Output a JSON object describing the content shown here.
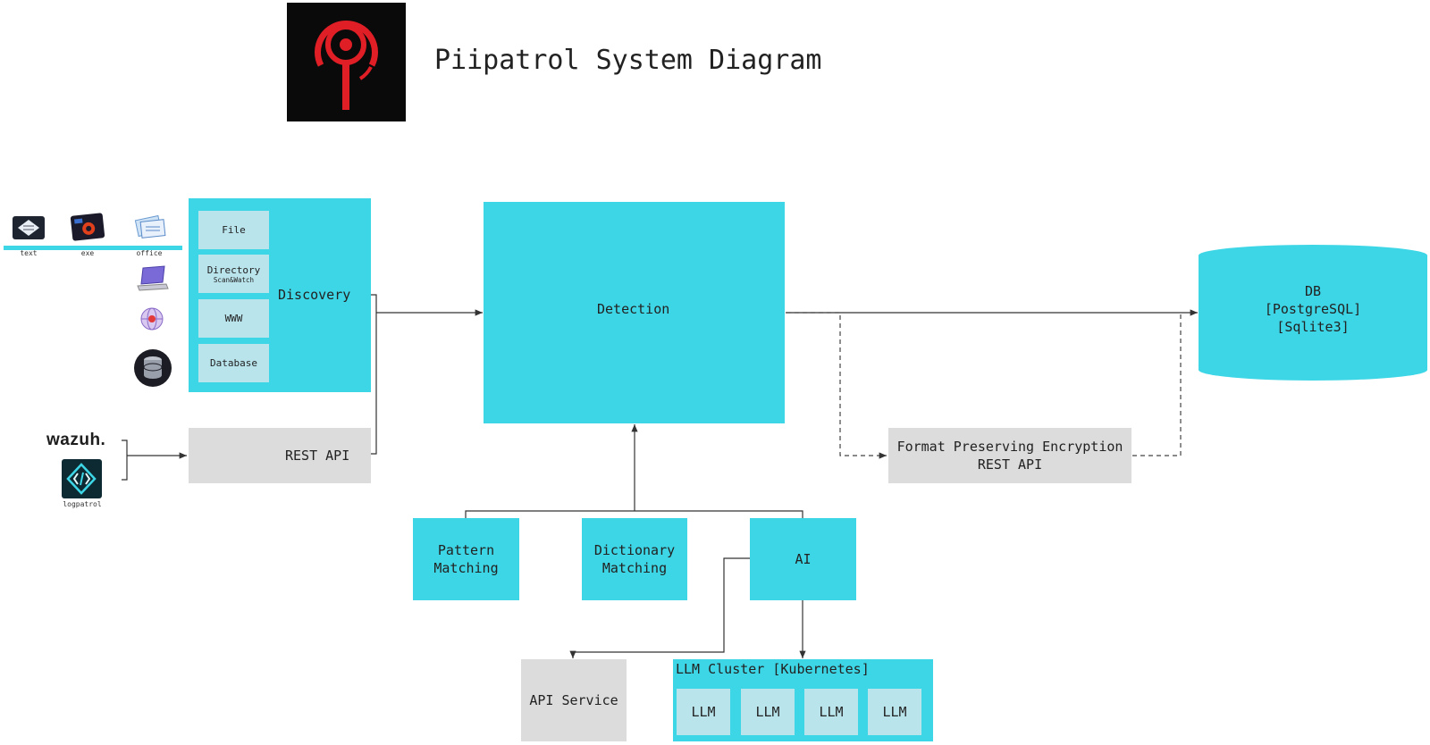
{
  "header": {
    "title": "Piipatrol System Diagram"
  },
  "colors": {
    "accent": "#3dd6e6",
    "pale_box": "#b9e4ec",
    "grey_box": "#dcdcdc",
    "logo_bg": "#0a0a0a",
    "logo_red": "#e01e26"
  },
  "source_icons": {
    "top_row": [
      {
        "icon": "text-file-icon",
        "caption": "text"
      },
      {
        "icon": "exe-file-icon",
        "caption": "exe"
      },
      {
        "icon": "office-docs-icon",
        "caption": "office"
      }
    ],
    "column": [
      {
        "icon": "laptop-icon"
      },
      {
        "icon": "globe-icon"
      },
      {
        "icon": "database-icon"
      }
    ]
  },
  "discovery": {
    "label": "Discovery",
    "items": [
      {
        "label": "File",
        "sub": ""
      },
      {
        "label": "Directory",
        "sub": "Scan&Watch"
      },
      {
        "label": "WWW",
        "sub": ""
      },
      {
        "label": "Database",
        "sub": ""
      }
    ]
  },
  "integrations": {
    "wazuh_logo": "wazuh.",
    "logpatrol_caption": "logpatrol"
  },
  "rest_api": {
    "label": "REST API"
  },
  "detection": {
    "label": "Detection"
  },
  "db": {
    "label": "DB\n[PostgreSQL]\n[Sqlite3]"
  },
  "fpe": {
    "label": "Format Preserving Encryption\nREST API"
  },
  "methods": [
    {
      "label": "Pattern\nMatching"
    },
    {
      "label": "Dictionary\nMatching"
    },
    {
      "label": "AI"
    }
  ],
  "api_service": {
    "label": "API Service"
  },
  "llm_cluster": {
    "title": "LLM Cluster [Kubernetes]",
    "nodes": [
      "LLM",
      "LLM",
      "LLM",
      "LLM"
    ]
  }
}
